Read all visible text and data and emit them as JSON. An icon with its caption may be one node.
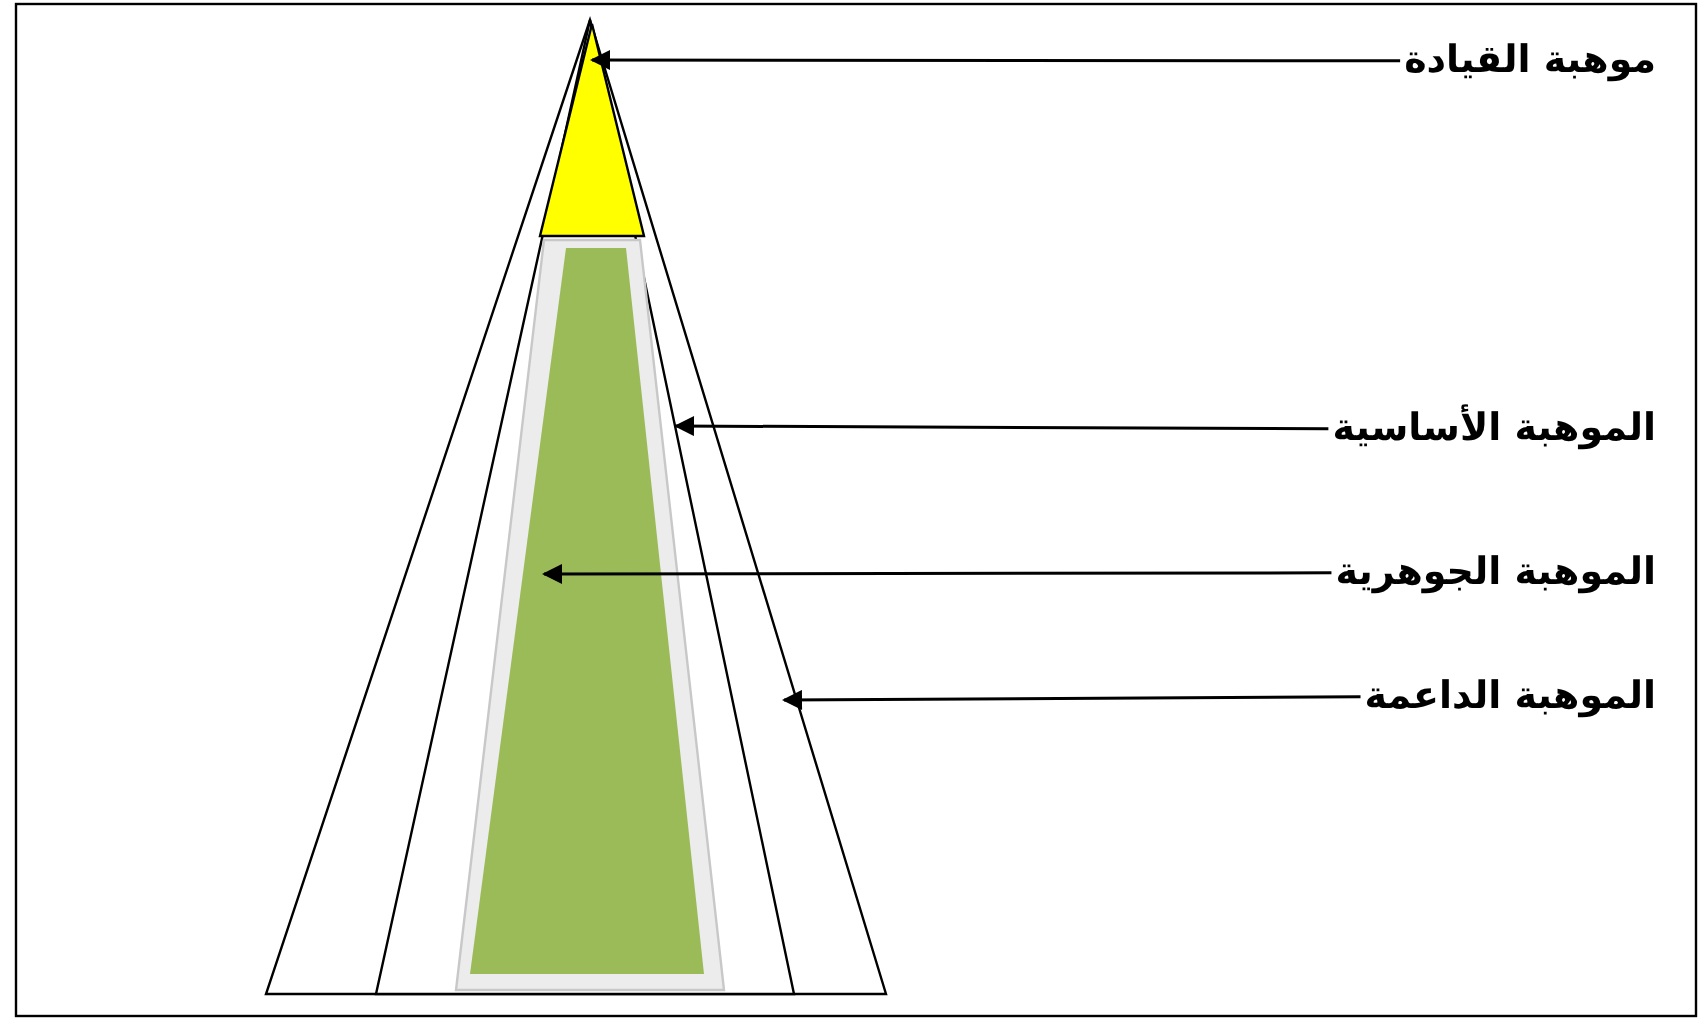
{
  "diagram": {
    "nodes": [
      {
        "text": [],
        "shape": "triangle"
      },
      {
        "text": [],
        "shape": "triangle",
        "in": 0
      },
      {
        "text": [],
        "shape": "triangle",
        "in": 1
      },
      {
        "text": [],
        "shape": "trapezoid",
        "in": 1
      },
      {
        "text": [
          "موهبة القيادة"
        ]
      },
      {
        "text": [
          "الموهبة الأساسية"
        ]
      },
      {
        "text": [
          "الموهبة الجوهرية"
        ]
      },
      {
        "text": [
          "الموهبة الداعمة"
        ]
      }
    ],
    "edges": [
      {
        "from": 4,
        "to": 2,
        "arrow": "to"
      },
      {
        "from": 5,
        "to": 1,
        "arrow": "to"
      },
      {
        "from": 6,
        "to": 3,
        "arrow": "to"
      },
      {
        "from": 7,
        "to": 0,
        "arrow": "to"
      }
    ]
  }
}
